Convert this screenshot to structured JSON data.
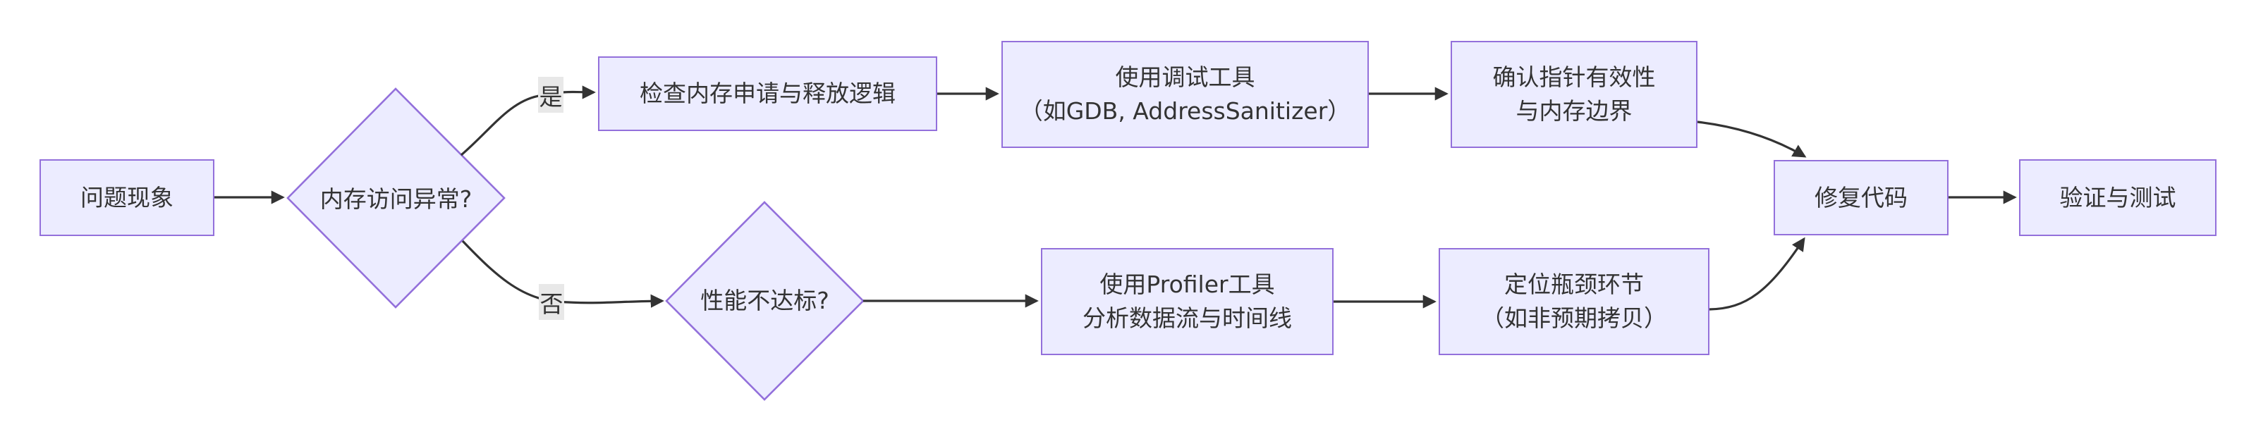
{
  "diagram": {
    "type": "flowchart",
    "direction": "left-to-right",
    "nodes": [
      {
        "id": "start",
        "shape": "rectangle",
        "label": "问题现象"
      },
      {
        "id": "mem-access",
        "shape": "diamond",
        "label": "内存访问异常?"
      },
      {
        "id": "check-alloc",
        "shape": "rectangle",
        "label": "检查内存申请与释放逻辑"
      },
      {
        "id": "debug-tools",
        "shape": "rectangle",
        "lines": [
          "使用调试工具",
          "（如GDB, AddressSanitizer）"
        ]
      },
      {
        "id": "confirm-pointer",
        "shape": "rectangle",
        "lines": [
          "确认指针有效性",
          "与内存边界"
        ]
      },
      {
        "id": "fix-code",
        "shape": "rectangle",
        "label": "修复代码"
      },
      {
        "id": "verify-test",
        "shape": "rectangle",
        "label": "验证与测试"
      },
      {
        "id": "perf-check",
        "shape": "diamond",
        "label": "性能不达标?"
      },
      {
        "id": "profiler",
        "shape": "rectangle",
        "lines": [
          "使用Profiler工具",
          "分析数据流与时间线"
        ]
      },
      {
        "id": "locate-bottleneck",
        "shape": "rectangle",
        "lines": [
          "定位瓶颈环节",
          "（如非预期拷贝）"
        ]
      }
    ],
    "edges": [
      {
        "from": "start",
        "to": "mem-access",
        "label": ""
      },
      {
        "from": "mem-access",
        "to": "check-alloc",
        "label": "是"
      },
      {
        "from": "check-alloc",
        "to": "debug-tools",
        "label": ""
      },
      {
        "from": "debug-tools",
        "to": "confirm-pointer",
        "label": ""
      },
      {
        "from": "confirm-pointer",
        "to": "fix-code",
        "label": ""
      },
      {
        "from": "fix-code",
        "to": "verify-test",
        "label": ""
      },
      {
        "from": "mem-access",
        "to": "perf-check",
        "label": "否"
      },
      {
        "from": "perf-check",
        "to": "profiler",
        "label": ""
      },
      {
        "from": "profiler",
        "to": "locate-bottleneck",
        "label": ""
      },
      {
        "from": "locate-bottleneck",
        "to": "fix-code",
        "label": ""
      }
    ],
    "colors": {
      "node_fill": "#ECECFF",
      "node_border": "#9370DB",
      "edge_line": "#333333",
      "text": "#333333",
      "edge_label_background": "#e8e8e8",
      "background": "#ffffff"
    }
  }
}
